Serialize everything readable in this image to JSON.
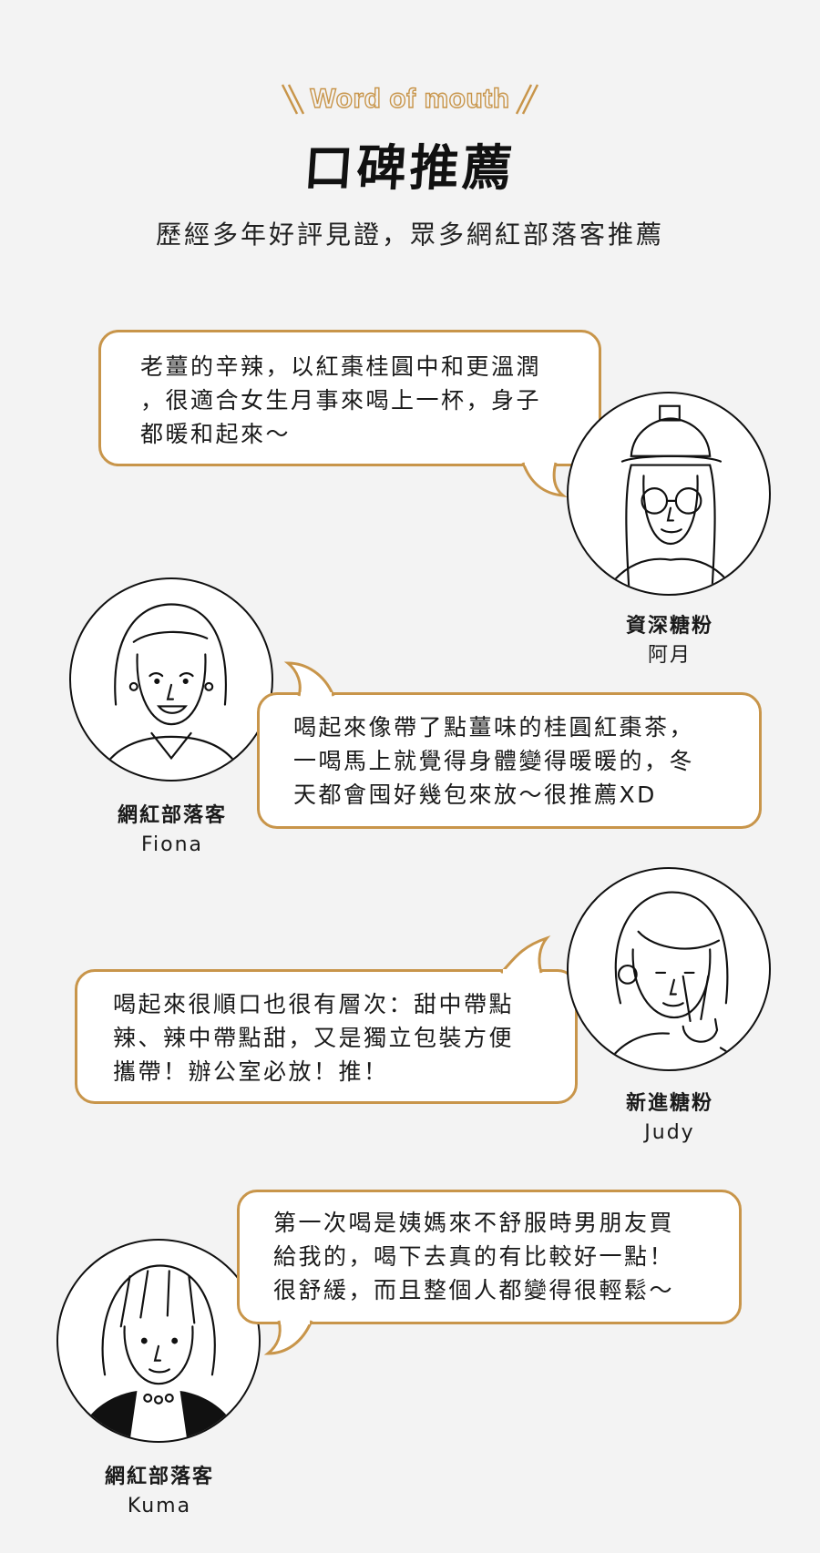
{
  "header": {
    "eyebrow": "Word of mouth",
    "title": "口碑推薦",
    "subtitle": "歷經多年好評見證，眾多網紅部落客推薦"
  },
  "colors": {
    "accent": "#c8954a",
    "background": "#f3f3f3",
    "ink": "#111111"
  },
  "testimonials": [
    {
      "quote": "老薑的辛辣，以紅棗桂圓中和更溫潤\n，很適合女生月事來喝上一杯，身子\n都暖和起來～",
      "role": "資深糖粉",
      "handle": "阿月",
      "avatar_icon": "girl-with-cap-and-glasses-icon"
    },
    {
      "quote": "喝起來像帶了點薑味的桂圓紅棗茶，\n一喝馬上就覺得身體變得暖暖的，冬\n天都會囤好幾包來放～很推薦XD",
      "role": "網紅部落客",
      "handle": "Fiona",
      "avatar_icon": "smiling-woman-with-earrings-icon"
    },
    {
      "quote": "喝起來很順口也很有層次：甜中帶點\n辣、辣中帶點甜，又是獨立包裝方便\n攜帶！辦公室必放！推！",
      "role": "新進糖粉",
      "handle": "Judy",
      "avatar_icon": "woman-peace-sign-icon"
    },
    {
      "quote": "第一次喝是姨媽來不舒服時男朋友買\n給我的，喝下去真的有比較好一點！\n很舒緩，而且整個人都變得很輕鬆～",
      "role": "網紅部落客",
      "handle": "Kuma",
      "avatar_icon": "short-hair-woman-necklace-icon"
    }
  ]
}
